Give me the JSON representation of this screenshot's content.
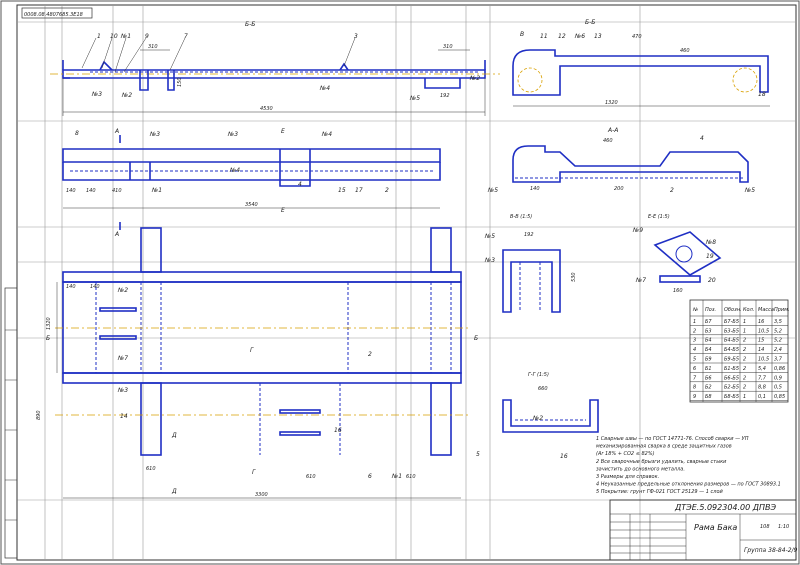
{
  "sheet": {
    "stamp_code": "0008.08.4807685.3E18",
    "view_labels": [
      "Б-Б",
      "Б-Б",
      "А-А",
      "В-В (1:5)",
      "Е-Е (1:5)",
      "Г-Г (1:5)"
    ],
    "section_letters": [
      "А",
      "А",
      "Е",
      "Е",
      "Б",
      "Б",
      "Г",
      "Г",
      "Д",
      "Д",
      "В"
    ],
    "dims": {
      "top_len": "4530",
      "mid_len": "3540",
      "plan_len": "3300",
      "d_310": "310",
      "d_310b": "310",
      "d_192": "192",
      "d_150": "150",
      "d_200": "200",
      "d_140": "140",
      "d_410": "410",
      "d_470": "470",
      "d_460": "460",
      "d_1320": "1320",
      "d_610": "610",
      "d_660": "660",
      "d_890": "890",
      "d_530": "530",
      "d_160": "160"
    },
    "callouts": [
      "1",
      "10",
      "№1",
      "9",
      "7",
      "3",
      "№2",
      "№3",
      "№4",
      "№5",
      "8",
      "4",
      "15",
      "17",
      "2",
      "11",
      "12",
      "№6",
      "13",
      "18",
      "14",
      "16",
      "6",
      "5",
      "№7",
      "№8",
      "№9",
      "19",
      "20"
    ],
    "notes": [
      "1 Сварные швы — по ГОСТ 14771-76. Способ сварки — УП",
      "механизированная сварка в среде защитных газов",
      "(Ar 18% + CO2 ≤ 82%)",
      "2 Все сварочные брызги удалить, сварные стыки",
      "зачистить до основного металла.",
      "3 Размеры для справок.",
      "4 Неуказанные предельные отклонения размеров — по ГОСТ 30893.1",
      "5 Покрытие: грунт ГФ-021 ГОСТ 25129 — 1 слой"
    ],
    "spec_table": {
      "headers": [
        "№",
        "Поз.",
        "Обозн.",
        "Кол.",
        "Масса",
        "Прим."
      ],
      "rows": [
        [
          "1",
          "Б7",
          "Б7-Б5",
          "1",
          "16",
          "3,5"
        ],
        [
          "2",
          "Б3",
          "Б3-Б5",
          "1",
          "10,5",
          "5,2"
        ],
        [
          "3",
          "Б4",
          "Б4-Б5",
          "2",
          "15",
          "5,2"
        ],
        [
          "4",
          "Б4",
          "Б4-Б5",
          "2",
          "14",
          "2,4"
        ],
        [
          "5",
          "Б9",
          "Б9-Б5",
          "2",
          "10,5",
          "3,7"
        ],
        [
          "6",
          "Б1",
          "Б1-Б5",
          "2",
          "5,4",
          "0,86"
        ],
        [
          "7",
          "Б6",
          "Б6-Б5",
          "2",
          "7,7",
          "0,9"
        ],
        [
          "8",
          "Б2",
          "Б2-Б5",
          "2",
          "8,8",
          "0,5"
        ],
        [
          "9",
          "Б8",
          "Б8-Б5",
          "1",
          "0,1",
          "0,85"
        ]
      ]
    },
    "title_block": {
      "code": "ДТЭЕ.5.092304.00 ДПВЭ",
      "name": "Рама Бака",
      "mass": "108",
      "scale": "1:10",
      "group": "Группа 38-84-2/9"
    }
  }
}
